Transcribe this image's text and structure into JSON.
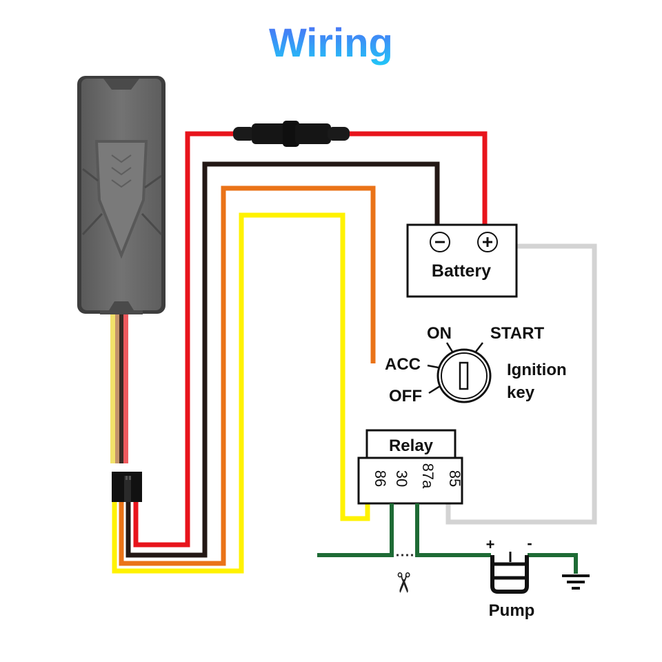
{
  "title": "Wiring",
  "colors": {
    "title_top": "#4f6bf5",
    "title_bottom": "#21c6f7",
    "red_wire": "#e8141c",
    "black_wire": "#231815",
    "orange_wire": "#ea7318",
    "yellow_wire": "#fff200",
    "gray_wire": "#d3d3d3",
    "green_wire": "#1e6b35",
    "device_body": "#6b6b6b"
  },
  "battery": {
    "label": "Battery",
    "negative_symbol": "−",
    "positive_symbol": "+"
  },
  "ignition": {
    "positions": [
      "ON",
      "START",
      "ACC",
      "OFF"
    ],
    "label_line1": "Ignition",
    "label_line2": "key"
  },
  "relay": {
    "label": "Relay",
    "pins": [
      "86",
      "30",
      "87a",
      "85"
    ]
  },
  "pump": {
    "label": "Pump",
    "plus": "+",
    "minus": "-"
  },
  "symbols": {
    "cut": "✂"
  }
}
